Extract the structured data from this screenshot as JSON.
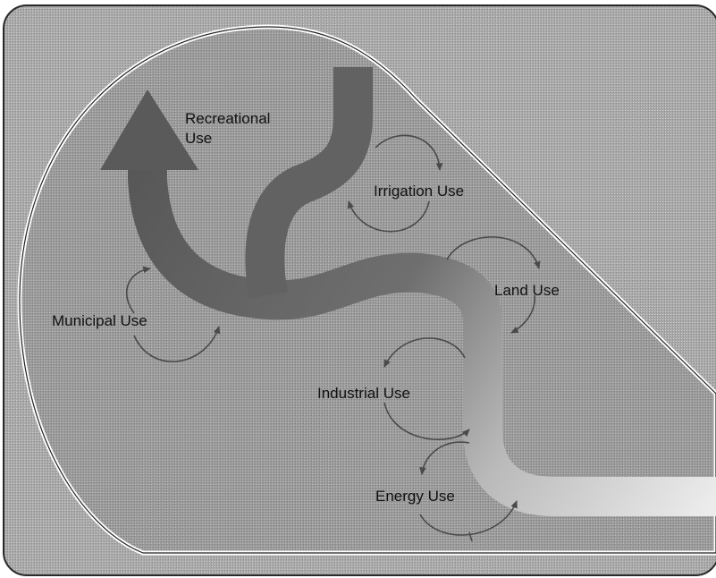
{
  "diagram": {
    "labels": {
      "recreational_line1": "Recreational",
      "recreational_line2": "Use",
      "irrigation": "Irrigation Use",
      "land": "Land Use",
      "municipal": "Municipal Use",
      "industrial": "Industrial Use",
      "energy": "Energy Use"
    },
    "colors": {
      "page_background": "#ffffff",
      "panel_texture": "#a8a8a8",
      "teardrop_fill": "#9a9a9a",
      "river_dark": "#5c5c5c",
      "river_light": "#e6e6e6",
      "arrows": "#4a4a4a",
      "text": "#111111"
    }
  }
}
